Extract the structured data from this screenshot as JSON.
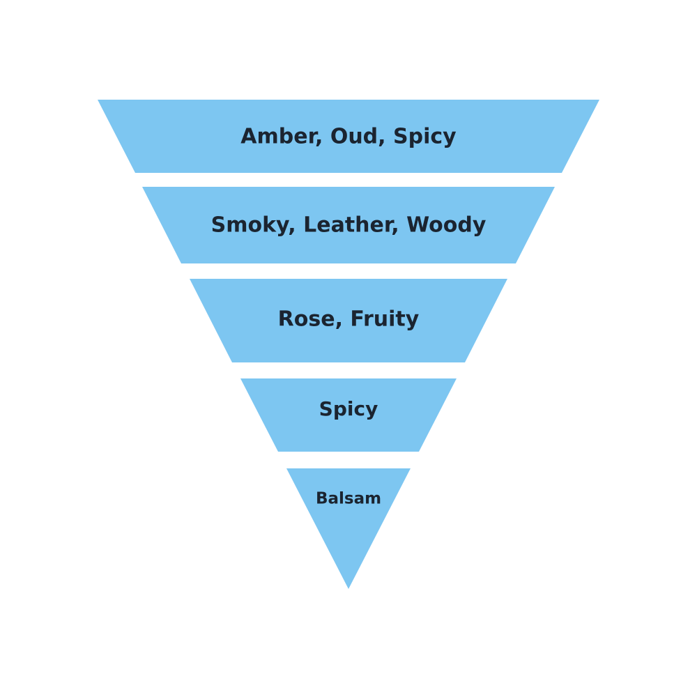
{
  "diagram": {
    "type": "funnel",
    "title": "",
    "levels": [
      {
        "label": "Amber, Oud, Spicy"
      },
      {
        "label": "Smoky, Leather, Woody"
      },
      {
        "label": "Rose, Fruity"
      },
      {
        "label": "Spicy"
      },
      {
        "label": "Balsam"
      }
    ],
    "colors": {
      "segment_fill": "#7dc6f1",
      "text": "#1b2430",
      "background": "#ffffff"
    }
  }
}
